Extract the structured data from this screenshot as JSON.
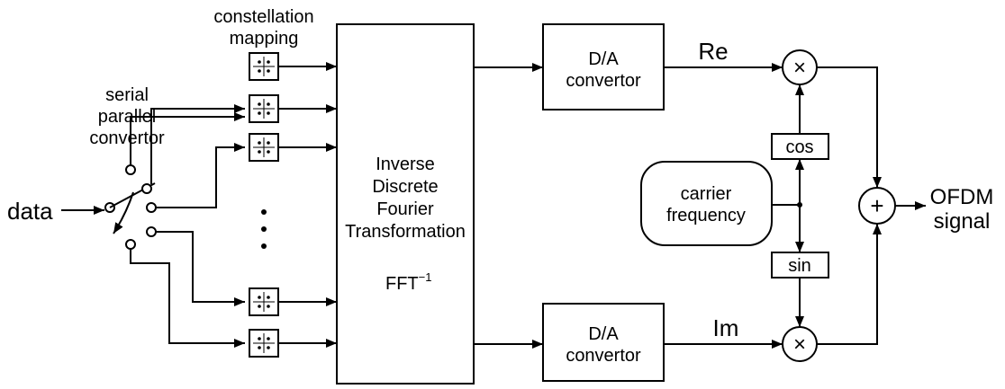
{
  "labels": {
    "input": "data",
    "serial_parallel": [
      "serial",
      "parallel",
      "convertor"
    ],
    "constellation": [
      "constellation",
      "mapping"
    ],
    "ifft_block": [
      "Inverse",
      "Discrete",
      "Fourier",
      "Transformation"
    ],
    "ifft_symbol": "FFT",
    "ifft_superscript": "−1",
    "dac_top": [
      "D/A",
      "convertor"
    ],
    "dac_bottom": [
      "D/A",
      "convertor"
    ],
    "real_path": "Re",
    "imag_path": "Im",
    "cos": "cos",
    "sin": "sin",
    "carrier": [
      "carrier",
      "frequency"
    ],
    "multiplier_symbol": "×",
    "adder_symbol": "+",
    "output": [
      "OFDM",
      "signal"
    ]
  },
  "colors": {
    "stroke": "#000000",
    "background": "#ffffff"
  }
}
